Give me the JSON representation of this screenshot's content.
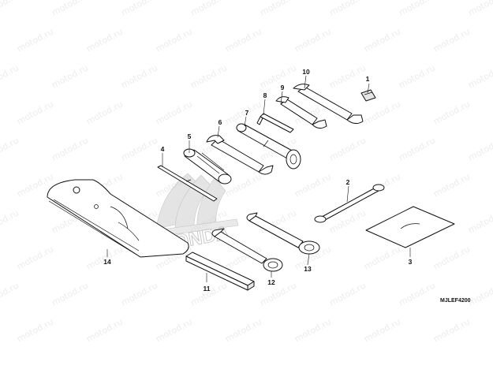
{
  "watermark": {
    "text": "motod.ru"
  },
  "logo": {
    "text": "HONDA"
  },
  "diagram_code": "MJLEF4200",
  "callouts": [
    {
      "id": "1",
      "text": "1"
    },
    {
      "id": "2",
      "text": "2"
    },
    {
      "id": "3",
      "text": "3"
    },
    {
      "id": "4",
      "text": "4"
    },
    {
      "id": "5",
      "text": "5"
    },
    {
      "id": "6",
      "text": "6"
    },
    {
      "id": "7",
      "text": "7"
    },
    {
      "id": "8",
      "text": "8"
    },
    {
      "id": "9",
      "text": "9"
    },
    {
      "id": "10",
      "text": "10"
    },
    {
      "id": "11",
      "text": "11"
    },
    {
      "id": "12",
      "text": "12"
    },
    {
      "id": "13",
      "text": "13"
    },
    {
      "id": "14",
      "text": "14"
    }
  ]
}
